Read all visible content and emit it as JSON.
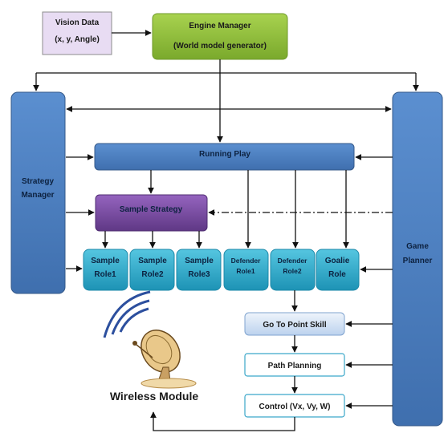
{
  "vision": {
    "line1": "Vision Data",
    "line2": "(x, y,  Angle)"
  },
  "engine": {
    "line1": "Engine Manager",
    "line2": "(World model generator)"
  },
  "strategy_manager": {
    "line1": "Strategy",
    "line2": "Manager"
  },
  "game_planner": {
    "line1": "Game",
    "line2": "Planner"
  },
  "running_play": {
    "label": "Running Play"
  },
  "sample_strategy": {
    "label": "Sample Strategy"
  },
  "roles": [
    {
      "line1": "Sample",
      "line2": "Role1"
    },
    {
      "line1": "Sample",
      "line2": "Role2"
    },
    {
      "line1": "Sample",
      "line2": "Role3"
    },
    {
      "line1": "Defender",
      "line2": "Role1"
    },
    {
      "line1": "Defender",
      "line2": "Role2"
    },
    {
      "line1": "Goalie",
      "line2": "Role"
    }
  ],
  "goto_skill": {
    "label": "Go To Point Skill"
  },
  "path_planning": {
    "label": "Path Planning"
  },
  "control": {
    "label": "Control (Vx,  Vy, W)"
  },
  "wireless": {
    "label": "Wireless Module",
    "icon": "satellite-dish-icon"
  },
  "colors": {
    "blue": "#4f81bd",
    "green": "#92c03f",
    "purple": "#7b4da0",
    "teal": "#2fb2d0",
    "lavender": "#e8dcf3",
    "skill": "#d6e4f5"
  }
}
